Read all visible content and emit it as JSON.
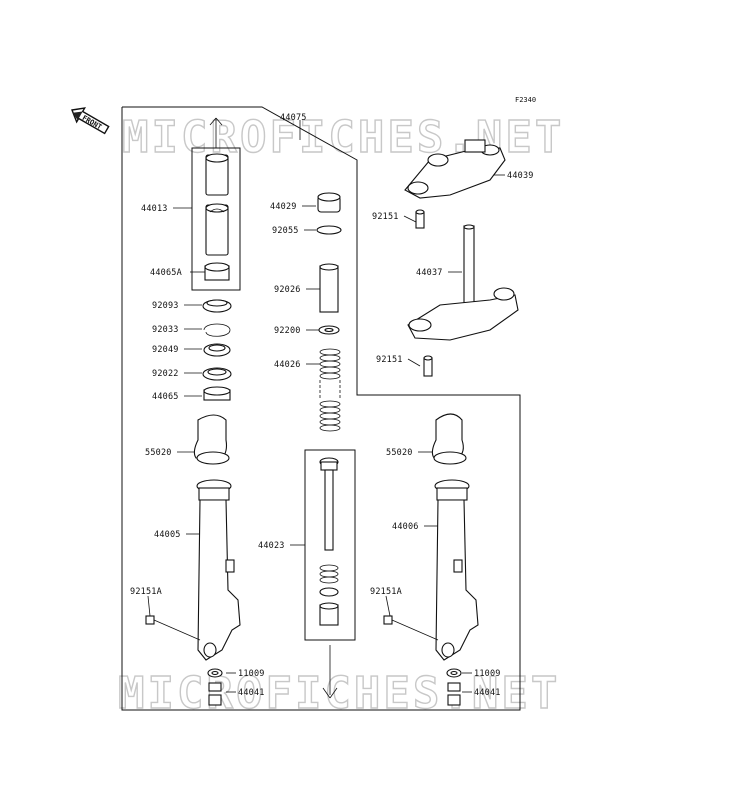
{
  "diagram_code": "F2340",
  "front_label": "FRONT",
  "watermark": "MICROFICHES.NET",
  "labels": {
    "p44075": "44075",
    "p44013": "44013",
    "p44065A": "44065A",
    "p92093": "92093",
    "p92033": "92033",
    "p92049": "92049",
    "p92022": "92022",
    "p44065": "44065",
    "p55020_left": "55020",
    "p44005": "44005",
    "p92151A_left": "92151A",
    "p11009_left": "11009",
    "p44041_left": "44041",
    "p44029": "44029",
    "p92055": "92055",
    "p92026": "92026",
    "p92200": "92200",
    "p44026": "44026",
    "p44023": "44023",
    "p44039": "44039",
    "p92151_top": "92151",
    "p44037": "44037",
    "p92151_bottom": "92151",
    "p55020_right": "55020",
    "p44006": "44006",
    "p92151A_right": "92151A",
    "p11009_right": "11009",
    "p44041_right": "44041"
  }
}
